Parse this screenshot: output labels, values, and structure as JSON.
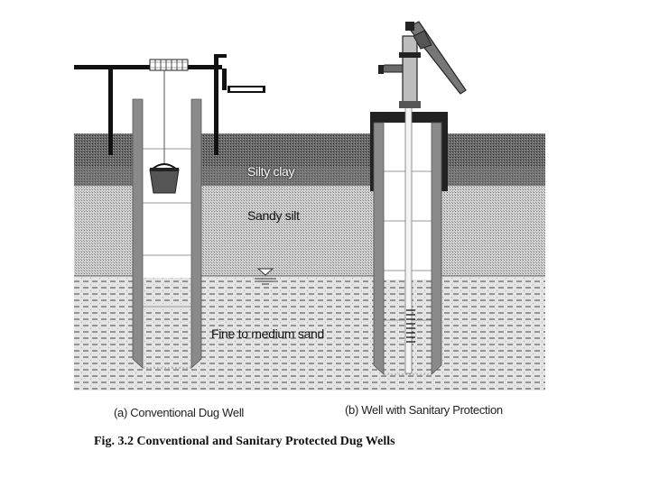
{
  "labels": {
    "layer_top": "Silty clay",
    "layer_mid": "Sandy silt",
    "layer_bottom": "Fine to medium sand"
  },
  "captions": {
    "left": "(a) Conventional Dug Well",
    "right": "(b) Well with Sanitary Protection"
  },
  "figure_title": "Fig. 3.2  Conventional and Sanitary Protected Dug Wells",
  "colors": {
    "soil_top": "#5a5a5a",
    "soil_mid": "#bdbdbd",
    "soil_bottom": "#dedede",
    "well_lining": "#8a8a8a",
    "metal": "#222222"
  }
}
